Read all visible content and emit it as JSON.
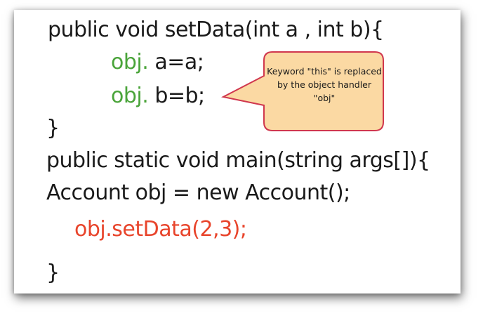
{
  "code": {
    "line1": "public void setData(int a , int b){",
    "line2_prefix": "obj.",
    "line2_rest": " a=a;",
    "line3_prefix": "obj.",
    "line3_rest": " b=b;",
    "line4": "}",
    "line5": "public static void main(string args[]){",
    "line6": "Account obj = new Account();",
    "line7": "obj.setData(2,3);",
    "line8": "}"
  },
  "callout": {
    "text": "Keyword \"this\" is replaced by the object handler \"obj\""
  },
  "colors": {
    "code_text": "#1a1a1a",
    "obj_highlight": "#4aa43a",
    "call_highlight": "#e8442b",
    "callout_fill": "#fbd9a3",
    "callout_border": "#d0374e"
  }
}
